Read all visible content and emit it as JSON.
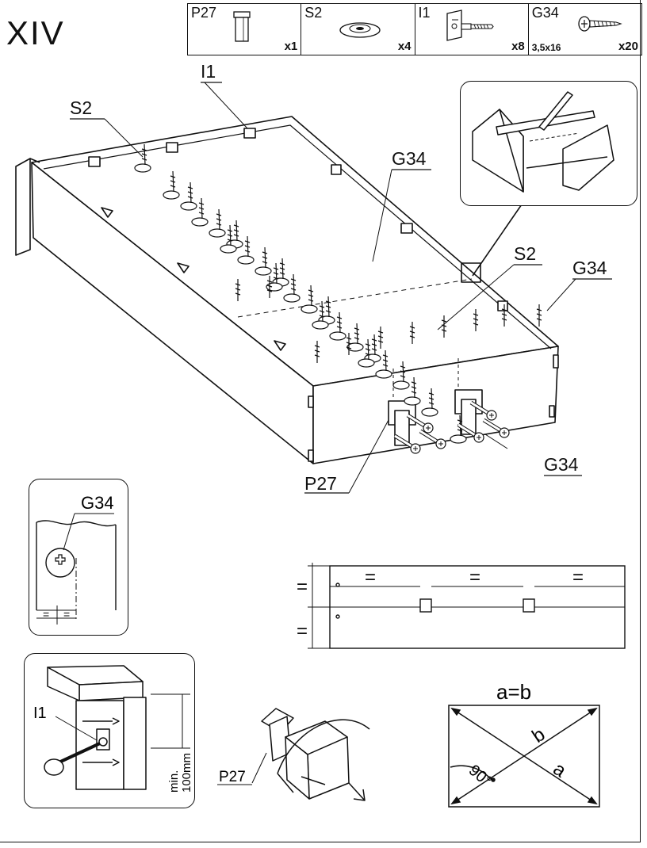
{
  "step": "XIV",
  "parts": [
    {
      "code": "P27",
      "qty": "x1",
      "icon": "foot-icon"
    },
    {
      "code": "S2",
      "qty": "x4",
      "icon": "washer-icon"
    },
    {
      "code": "I1",
      "qty": "x8",
      "icon": "bracket-icon"
    },
    {
      "code": "G34",
      "size": "3,5x16",
      "qty": "x20",
      "icon": "screw-icon"
    }
  ],
  "main_labels": {
    "i1": "I1",
    "s2_top": "S2",
    "g34_top": "G34",
    "s2_right": "S2",
    "g34_right": "G34",
    "g34_bottom": "G34",
    "p27": "P27"
  },
  "detail_screw": {
    "label": "G34",
    "eq1": "=",
    "eq2": "="
  },
  "spacing_diagram": {
    "eq_v1": "=",
    "eq_v2": "=",
    "eq_h1": "=",
    "eq_h2": "=",
    "eq_h3": "="
  },
  "detail_bracket": {
    "label": "I1",
    "min": "min.",
    "distance": "100mm"
  },
  "detail_foot": {
    "label": "P27"
  },
  "diagonal": {
    "formula": "a=b",
    "a": "a",
    "b": "b",
    "angle": "90°"
  }
}
